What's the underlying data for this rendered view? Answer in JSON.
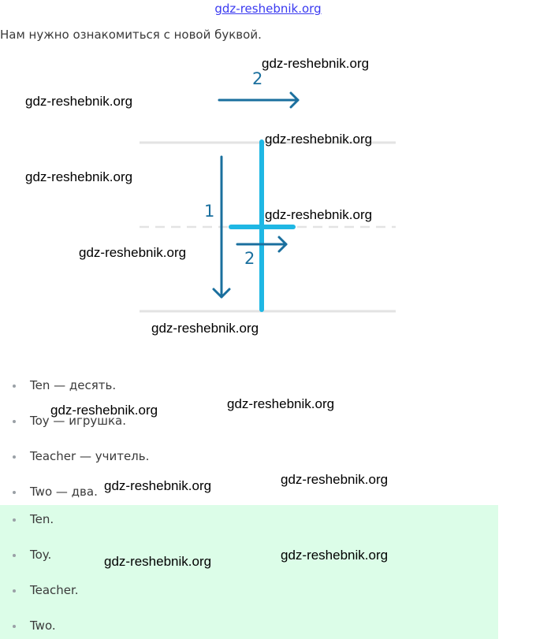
{
  "header": {
    "site": "gdz-reshebnik.org"
  },
  "intro": "Нам нужно ознакомиться с новой буквой.",
  "diagram": {
    "stroke_labels": [
      "2",
      "1",
      "2"
    ],
    "colors": {
      "arrow": "#1a6f9e",
      "letter": "#1fb7e4",
      "line": "#e3e3e3"
    }
  },
  "vocab": [
    "Ten — десять.",
    "Toy — игрушка.",
    "Teacher — учитель.",
    "Two — два."
  ],
  "answers": [
    "Ten.",
    "Toy.",
    "Teacher.",
    "Two."
  ],
  "watermark": "gdz-reshebnik.org",
  "colors": {
    "answer_bg": "#dcfde8",
    "header_link": "#3a3af0"
  }
}
